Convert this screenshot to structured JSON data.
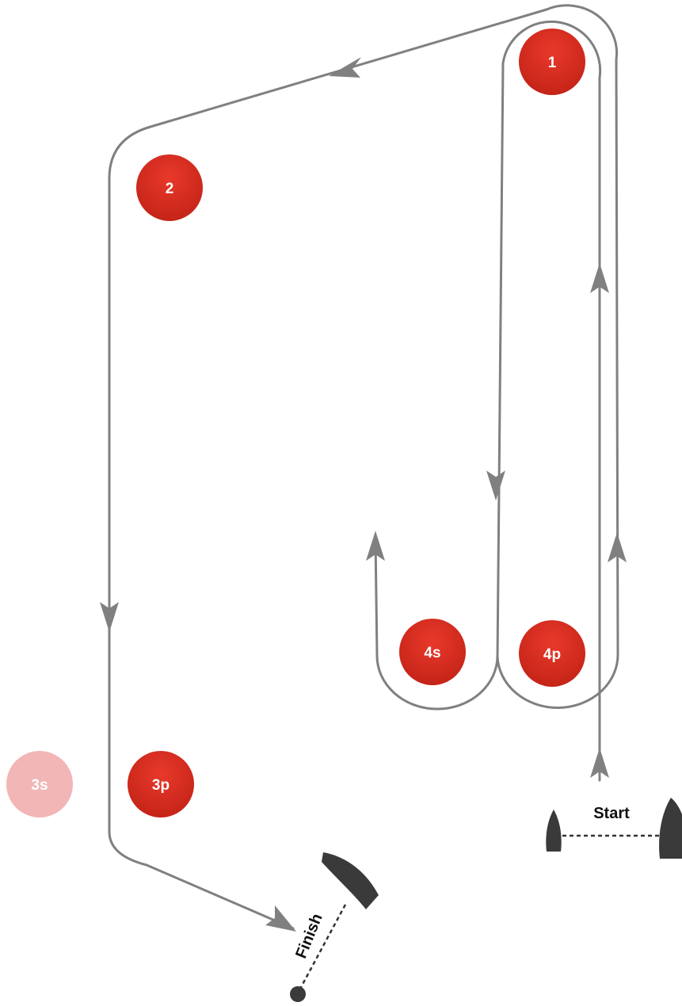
{
  "colors": {
    "route": "#808080",
    "mark_fill": "#d42a1c",
    "mark_inactive_fill": "#f2b6b6",
    "mark_label": "#ffffff",
    "boat": "#3a3a3a"
  },
  "marks": [
    {
      "label": "1",
      "active": true
    },
    {
      "label": "2",
      "active": true
    },
    {
      "label": "3s",
      "active": false
    },
    {
      "label": "3p",
      "active": true
    },
    {
      "label": "4s",
      "active": true
    },
    {
      "label": "4p",
      "active": true
    }
  ],
  "start_line": {
    "label": "Start"
  },
  "finish_line": {
    "label": "Finish"
  }
}
